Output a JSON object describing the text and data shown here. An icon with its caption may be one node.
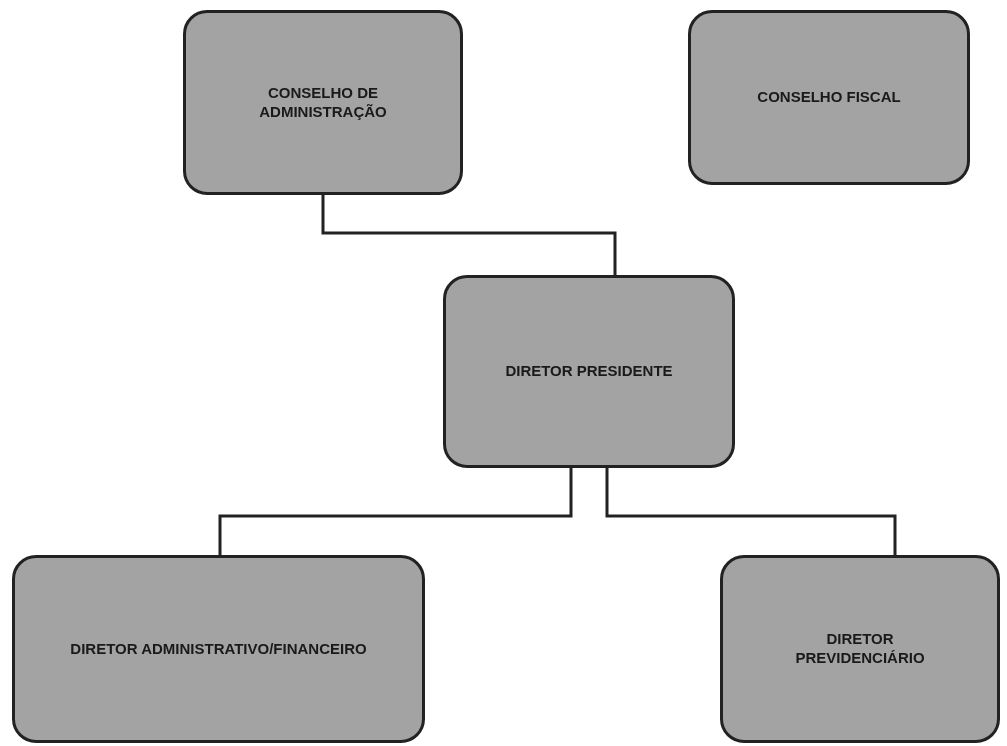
{
  "diagram": {
    "nodes": [
      {
        "text": [
          "CONSELHO DE ADMINISTRAÇÃO"
        ]
      },
      {
        "text": [
          "CONSELHO FISCAL"
        ]
      },
      {
        "text": [
          "DIRETOR PRESIDENTE"
        ]
      },
      {
        "text": [
          "DIRETOR ADMINISTRATIVO/FINANCEIRO"
        ]
      },
      {
        "text": [
          "DIRETOR PREVIDENCIÁRIO"
        ]
      }
    ],
    "edges": [
      {
        "from": 0,
        "to": 2,
        "arrow": "none"
      },
      {
        "from": 2,
        "to": 3,
        "arrow": "none"
      },
      {
        "from": 2,
        "to": 4,
        "arrow": "none"
      }
    ]
  }
}
